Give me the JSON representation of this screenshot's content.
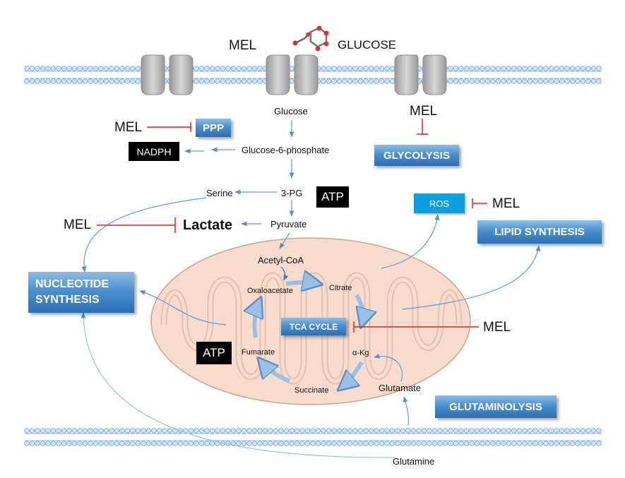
{
  "labels": {
    "mel_top": "MEL",
    "glucose_top": "GLUCOSE",
    "glucose": "Glucose",
    "g6p": "Glucose-6-phosphate",
    "pg3": "3-PG",
    "serine": "Serine",
    "pyruvate": "Pyruvate",
    "lactate": "Lactate",
    "acetyl_coa": "Acetyl-CoA",
    "oxaloacetate": "Oxaloacetate",
    "citrate": "Citrate",
    "fumarate": "Fumarate",
    "akg": "α-Kg",
    "succinate": "Succinate",
    "glutamate": "Glutamate",
    "glutamine": "Glutamine",
    "mel_ppp": "MEL",
    "mel_glycolysis": "MEL",
    "mel_lactate": "MEL",
    "mel_ros": "MEL",
    "mel_tca": "MEL"
  },
  "boxes": {
    "ppp": "PPP",
    "nadph": "NADPH",
    "glycolysis": "GLYCOLYSIS",
    "atp_top": "ATP",
    "atp_bottom": "ATP",
    "ros": "ROS",
    "lipid_synthesis": "LIPID SYNTHESIS",
    "nucleotide_line1": "NUCLEOTIDE",
    "nucleotide_line2": "SYNTHESIS",
    "tca_cycle": "TCA CYCLE",
    "glutaminolysis": "GLUTAMINOLYSIS"
  },
  "colors": {
    "inhibition": "#e02020",
    "flow_arrow": "#5b9bd5",
    "membrane": "#8fbde6",
    "mitochondrion_fill": "#f7dccd",
    "mitochondrion_stroke": "#c9a48e",
    "box_blue": "#3d84c6",
    "ros_box": "#0aa0e0"
  },
  "icons": {
    "glucose_molecule": "glucose-molecule-icon",
    "transporter": "transporter-channel-icon"
  }
}
